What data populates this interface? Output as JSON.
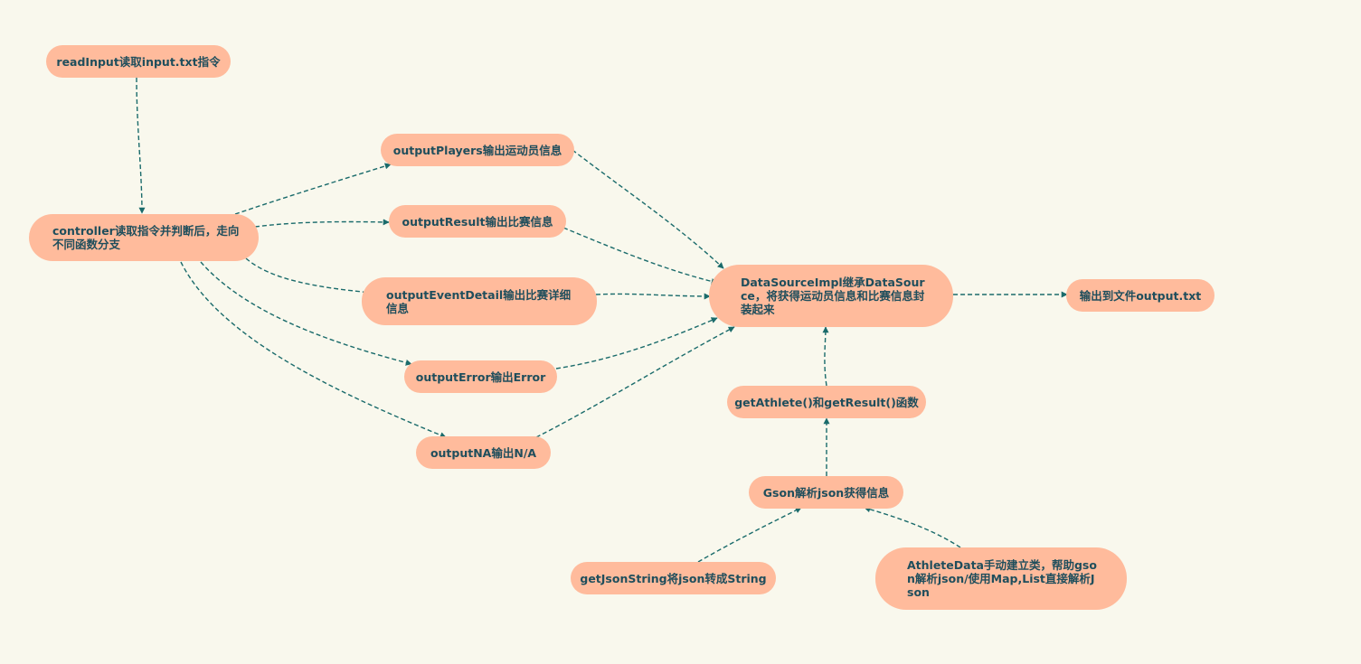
{
  "colors": {
    "background": "#f9f8ed",
    "node_fill": "#ffbb9c",
    "node_text": "#1f4e5c",
    "edge": "#1a6b6b"
  },
  "nodes": {
    "readinput": "readInput读取input.txt指令",
    "controller": "controller读取指令并判断后，走向不同函数分支",
    "output_players": "outputPlayers输出运动员信息",
    "output_result": "outputResult输出比赛信息",
    "output_event_detail": "outputEventDetail输出比赛详细信息",
    "output_error": "outputError输出Error",
    "output_na": "outputNA输出N/A",
    "datasource_impl": "DataSourceImpl继承DataSource，将获得运动员信息和比赛信息封装起来",
    "output_file": "输出到文件output.txt",
    "get_athlete_result": "getAthlete()和getResult()函数",
    "gson_parse": "Gson解析json获得信息",
    "get_json_string": "getJsonString将json转成String",
    "athlete_data": "AthleteData手动建立类，帮助gson解析json/使用Map,List直接解析Json"
  }
}
